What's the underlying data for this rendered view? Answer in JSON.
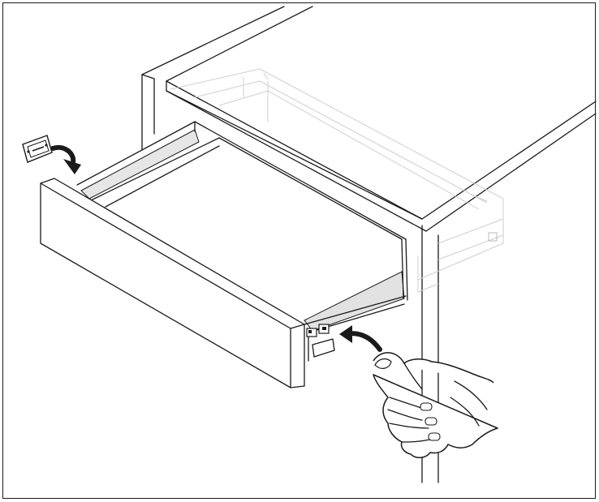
{
  "diagram": {
    "type": "assembly-instruction",
    "components": [
      {
        "name": "cabinet-frame",
        "icon": "cabinet-outline"
      },
      {
        "name": "drawer-box",
        "icon": "drawer-pulled-out"
      },
      {
        "name": "front-fixing-bracket",
        "icon": "bracket-plate"
      },
      {
        "name": "front-mounting-clip",
        "icon": "release-clip"
      },
      {
        "name": "hand",
        "icon": "hand-pressing"
      }
    ],
    "arrows": [
      {
        "name": "bracket-insert-arrow",
        "direction": "curved-down-right"
      },
      {
        "name": "clip-press-arrow",
        "direction": "curved-up-left"
      }
    ],
    "colors": {
      "line": "#1a1a1a",
      "ghost": "#cfcfcf",
      "shade": "#e6e6e6",
      "background": "#ffffff"
    }
  }
}
